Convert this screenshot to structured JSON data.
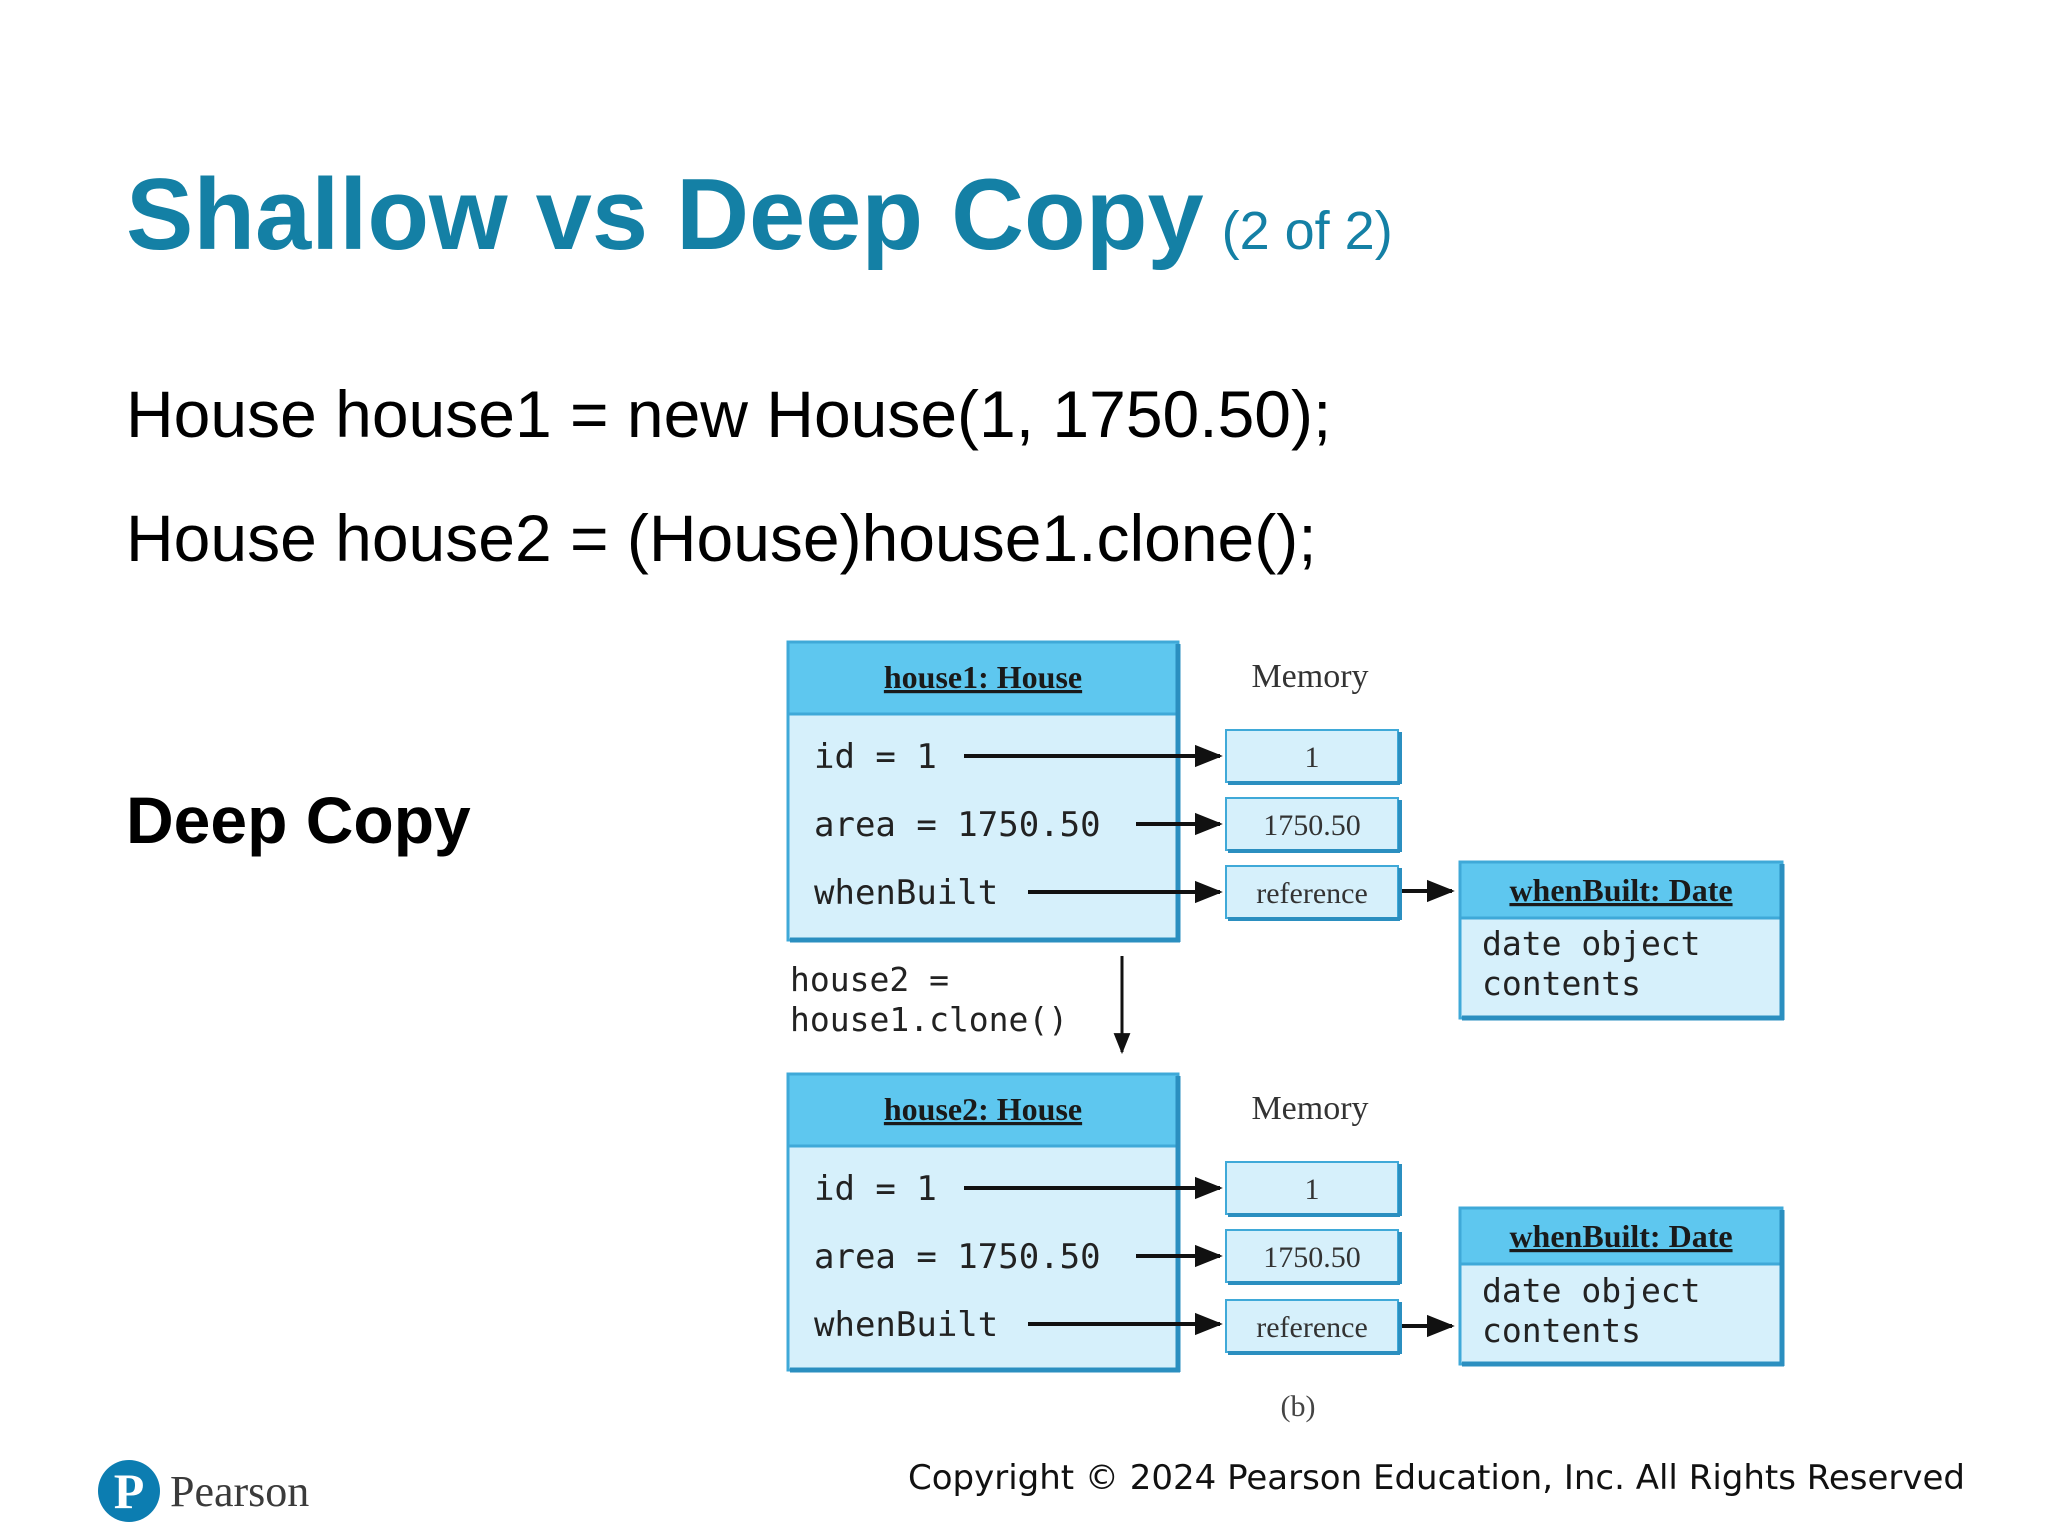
{
  "slide": {
    "title": "Shallow vs Deep Copy",
    "title_suffix": "(2 of 2)",
    "code_line_1": "House house1 = new House(1, 1750.50);",
    "code_line_2": "House house2 = (House)house1.clone();",
    "side_label": "Deep Copy",
    "copyright": "Copyright © 2024 Pearson Education, Inc. All Rights Reserved",
    "logo_text": "Pearson",
    "colors": {
      "title": "#1480a5",
      "box_fill": "#d6f0fb",
      "box_header": "#5ec7ef",
      "box_edge": "#3fa9d8",
      "logo": "#0c7db1"
    }
  },
  "diagram": {
    "house1": {
      "header": "house1: House",
      "fields": [
        "id = 1",
        "area = 1750.50",
        "whenBuilt"
      ],
      "memory_label": "Memory",
      "memory_values": [
        "1",
        "1750.50",
        "reference"
      ],
      "date_header": "whenBuilt: Date",
      "date_lines": [
        "date object",
        "contents"
      ]
    },
    "clone_call": [
      "house2 =",
      "house1.clone()"
    ],
    "house2": {
      "header": "house2: House",
      "fields": [
        "id = 1",
        "area = 1750.50",
        "whenBuilt"
      ],
      "memory_label": "Memory",
      "memory_values": [
        "1",
        "1750.50",
        "reference"
      ],
      "date_header": "whenBuilt: Date",
      "date_lines": [
        "date object",
        "contents"
      ]
    },
    "caption": "(b)"
  }
}
